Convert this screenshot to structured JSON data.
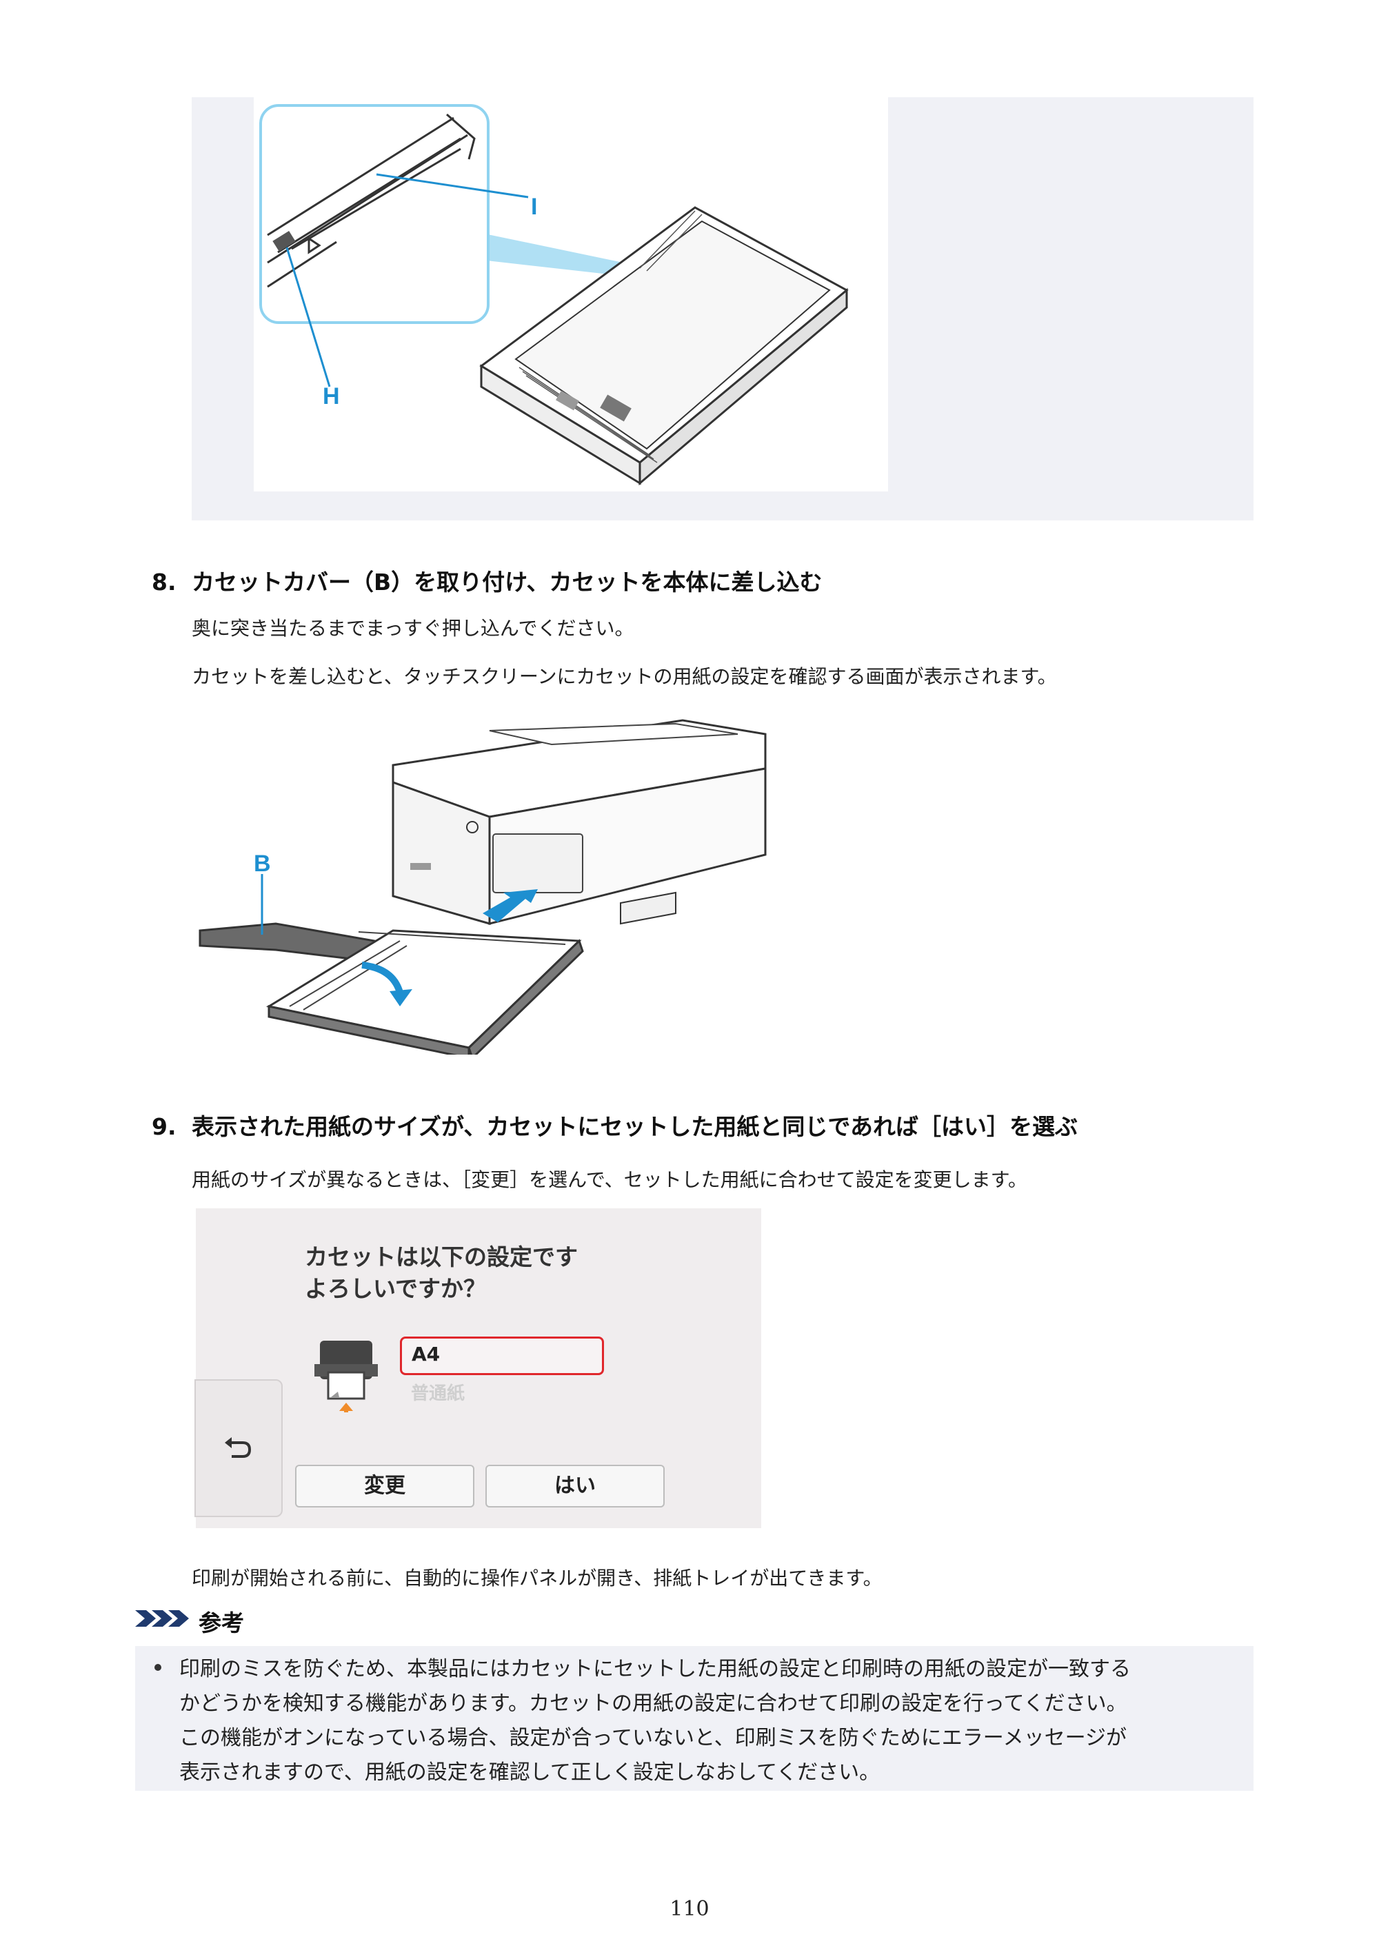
{
  "figure1": {
    "label_i": "I",
    "label_h": "H"
  },
  "step8": {
    "number": "8.",
    "heading": "カセットカバー（B）を取り付け、カセットを本体に差し込む",
    "line1": "奥に突き当たるまでまっすぐ押し込んでください。",
    "line2": "カセットを差し込むと、タッチスクリーンにカセットの用紙の設定を確認する画面が表示されます。"
  },
  "figure2": {
    "label_b": "B"
  },
  "step9": {
    "number": "9.",
    "heading": "表示された用紙のサイズが、カセットにセットした用紙と同じであれば［はい］を選ぶ",
    "line1": "用紙のサイズが異なるときは、［変更］を選んで、セットした用紙に合わせて設定を変更します。"
  },
  "screen": {
    "prompt_line1": "カセットは以下の設定です",
    "prompt_line2": "よろしいですか？",
    "paper_size": "A4",
    "paper_type": "普通紙",
    "back_icon": "return-arrow-icon",
    "change_button": "変更",
    "yes_button": "はい",
    "highlight_color": "#e0272c"
  },
  "after_step9": "印刷が開始される前に、自動的に操作パネルが開き、排紙トレイが出てきます。",
  "note": {
    "title": "参考",
    "lines": [
      "印刷のミスを防ぐため、本製品にはカセットにセットした用紙の設定と印刷時の用紙の設定が一致する",
      "かどうかを検知する機能があります。カセットの用紙の設定に合わせて印刷の設定を行ってください。",
      "この機能がオンになっている場合、設定が合っていないと、印刷ミスを防ぐためにエラーメッセージが",
      "表示されますので、用紙の設定を確認して正しく設定しなおしてください。"
    ]
  },
  "page_number": "110",
  "colors": {
    "accent_blue": "#1e8fd0",
    "callout_blue": "#9fd6f0",
    "note_bg": "#f0f1f6"
  }
}
